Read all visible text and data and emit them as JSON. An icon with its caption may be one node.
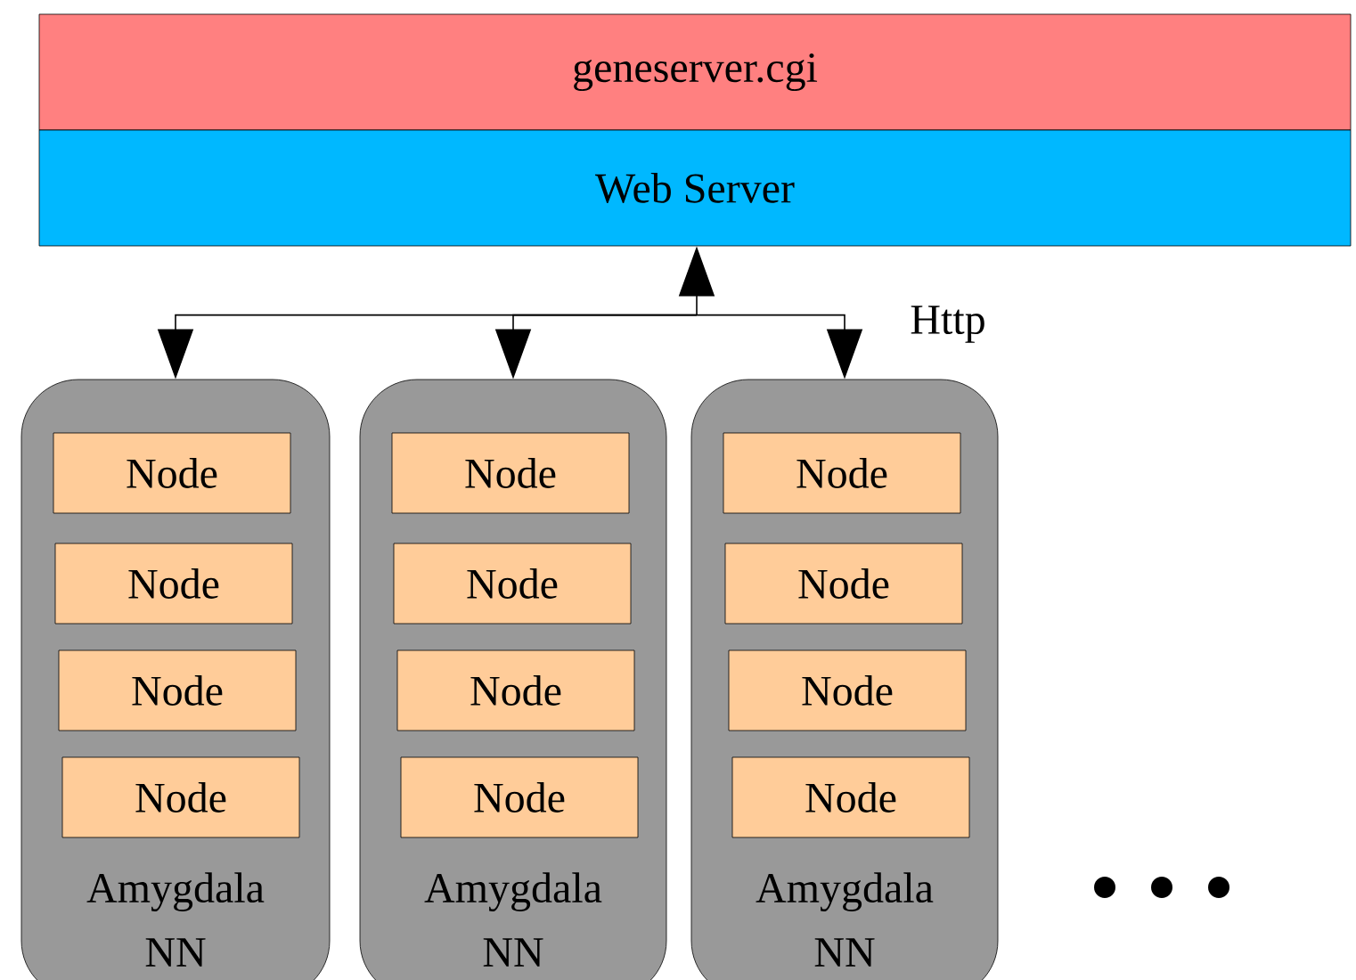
{
  "diagram": {
    "nodes": [
      {
        "text": [
          "geneserver.cgi"
        ]
      },
      {
        "text": [
          "Web Server"
        ]
      },
      {
        "text": [
          "Amygdala NN"
        ]
      },
      {
        "text": [
          "Node"
        ],
        "in": 2
      },
      {
        "text": [
          "Node"
        ],
        "in": 2
      },
      {
        "text": [
          "Node"
        ],
        "in": 2
      },
      {
        "text": [
          "Node"
        ],
        "in": 2
      },
      {
        "text": [
          "Amygdala NN"
        ]
      },
      {
        "text": [
          "Node"
        ],
        "in": 7
      },
      {
        "text": [
          "Node"
        ],
        "in": 7
      },
      {
        "text": [
          "Node"
        ],
        "in": 7
      },
      {
        "text": [
          "Node"
        ],
        "in": 7
      },
      {
        "text": [
          "Amygdala NN"
        ]
      },
      {
        "text": [
          "Node"
        ],
        "in": 12
      },
      {
        "text": [
          "Node"
        ],
        "in": 12
      },
      {
        "text": [
          "Node"
        ],
        "in": 12
      },
      {
        "text": [
          "Node"
        ],
        "in": 12
      }
    ],
    "edges": [
      {
        "from": 1,
        "to": 2,
        "arrow": "both"
      },
      {
        "from": 1,
        "to": 7,
        "arrow": "both"
      },
      {
        "from": 1,
        "to": 12,
        "arrow": "both"
      }
    ],
    "labels": [
      "Http"
    ]
  }
}
